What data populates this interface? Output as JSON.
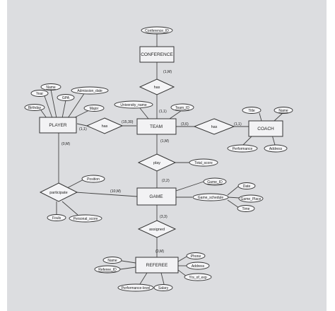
{
  "entities": {
    "conference": "CONFERENCE",
    "player": "PLAYER",
    "team": "TEAM",
    "coach": "COACH",
    "game": "GAME",
    "referee": "REFEREE"
  },
  "relationships": {
    "has_conf": "has",
    "has_player": "has",
    "has_coach": "has",
    "play": "play",
    "participate": "participate",
    "assigned": "assigned"
  },
  "attributes": {
    "conference_id": "Conference_ID",
    "name": "Name",
    "year": "Year",
    "admission_date": "Admission_date",
    "gpa": "GPA",
    "birthday": "Birthday",
    "major": "Major",
    "university_name": "University_name",
    "team_id": "Team_ID",
    "title": "Title",
    "coach_name": "Name",
    "performance": "Performance",
    "address": "Address",
    "total_score": "Total_score",
    "position": "Position",
    "fouls": "Fouls",
    "personal_score": "Personal_score",
    "game_id": "Game_ID",
    "date": "Date",
    "game_schedule": "Game_schedule",
    "game_place": "Game_Place",
    "time": "Time",
    "ref_name": "Name",
    "referee_id": "Referee_ID",
    "phone": "Phone",
    "ref_address": "Address",
    "yrs_of_exp": "Yrs_of_exp",
    "performance_level": "Performance-level",
    "salary": "Salary"
  },
  "cardinalities": {
    "conf_team": "(1,M)",
    "team_conf": "(1,1)",
    "player_has": "(1,1)",
    "team_has_player": "(15,30)",
    "team_has_coach": "(3,6)",
    "coach_has": "(1,1)",
    "player_participate": "(0,M)",
    "team_play": "(1,M)",
    "game_play": "(2,2)",
    "game_participate": "(10,M)",
    "game_assigned": "(3,3)",
    "referee_assigned": "(0,M)"
  }
}
